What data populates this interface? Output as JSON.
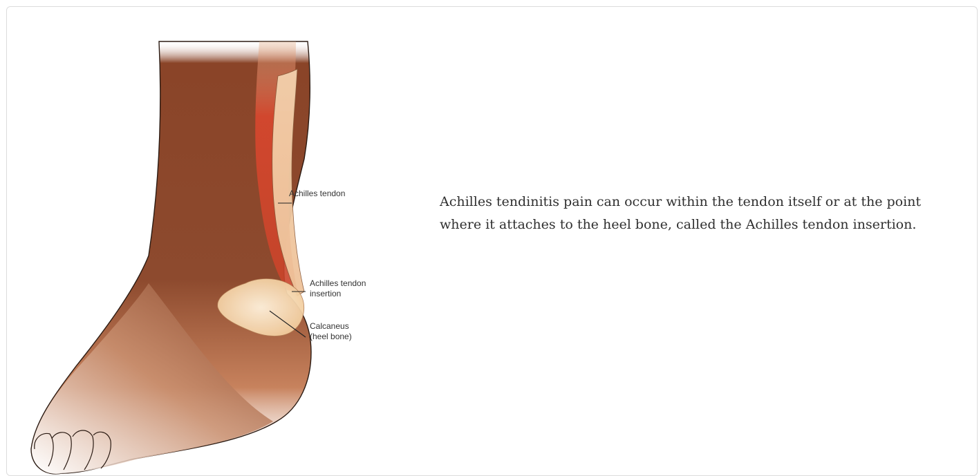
{
  "figure": {
    "image_description": "",
    "labels": {
      "achilles_tendon": "Achilles tendon",
      "insertion_line1": "Achilles tendon",
      "insertion_line2": "insertion",
      "calcaneus_line1": "Calcaneus",
      "calcaneus_line2": "(heel bone)"
    }
  },
  "caption": {
    "text": "Achilles tendinitis pain can occur within the tendon itself or at the point where it attaches to the heel bone, called the Achilles tendon insertion."
  },
  "colors": {
    "skin_dark": "#7a3a22",
    "skin_mid": "#a55a3a",
    "muscle_red": "#d9472e",
    "tendon": "#f2c9a0",
    "bone": "#fbe3c2",
    "outline": "#2a1a12",
    "border": "#dcdcdc"
  }
}
